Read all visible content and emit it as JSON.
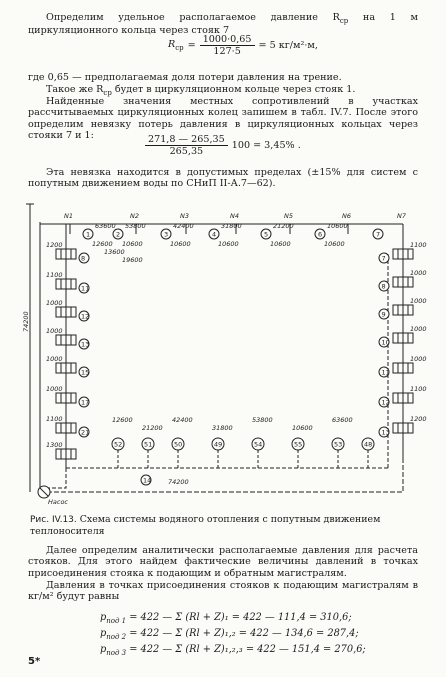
{
  "intro": {
    "line1": "Определим удельное располагаемое давление R",
    "line1_sub": "ср",
    "line1_tail": " на 1 м циркуляционного кольца через стояк 7"
  },
  "formula1": {
    "lhs": "R",
    "lhs_sub": "ср",
    "eq": "=",
    "num": "1000·0,65",
    "den": "127·5",
    "rhs": "= 5 кг/м²·м,"
  },
  "para2": "где 0,65 — предполагаемая доля потери давления на трение.",
  "para3": "Такое же R",
  "para3_sub": "ср",
  "para3_tail": " будет в циркуляционном кольце через стояк 1.",
  "para4": "Найденные значения местных сопротивлений в участках рассчитываемых циркуляционных колец запишем в табл. IV.7. После этого определим невязку потерь давления в циркуляционных кольцах через стояки 7 и 1:",
  "formula2": {
    "num": "271,8 — 265,35",
    "den": "265,35",
    "rhs": "100 = 3,45% ."
  },
  "para5": "Эта невязка находится в допустимых пределах (±15% для систем с попутным движением воды по СНиП II-А.7—62).",
  "caption": {
    "lead": "Рис. IV.13.",
    "text": " Схема системы водяного отопления с попутным движением теплоносителя"
  },
  "para6": "Далее определим аналитически располагаемые давления для расчета стояков. Для этого найдем фактические величины давлений в точках присоединения стояка к подающим и обратным магистралям.",
  "para7": "Давления в точках присоединения стояков к подающим магистралям в кг/м² будут равны",
  "eq1": {
    "p": "p",
    "sub": "под 1",
    "text": " = 422 — Σ (Rl + Z)₁ = 422 — 111,4 = 310,6;"
  },
  "eq2": {
    "p": "p",
    "sub": "под 2",
    "text": " = 422 — Σ (Rl + Z)₁,₂ = 422 — 134,6 = 287,4;"
  },
  "eq3": {
    "p": "p",
    "sub": "под 3",
    "text": " = 422 — Σ (Rl + Z)₁,₂,₃ = 422 — 151,4 = 270,6;"
  },
  "page_number": "5*",
  "diagram": {
    "riser_labels": [
      "N1",
      "N2",
      "N3",
      "N4",
      "N5",
      "N6",
      "N7"
    ],
    "supply_sections": [
      "1",
      "2",
      "3",
      "4",
      "5",
      "6",
      "7"
    ],
    "supply_loads": [
      "63600",
      "53800",
      "42400",
      "31800",
      "21200",
      "10600"
    ],
    "supply_lengths": [
      "12600",
      "10600",
      "10600",
      "10600",
      "10600",
      "10600"
    ],
    "return_loads": [
      "12600",
      "21200",
      "42400",
      "31800",
      "53800",
      "10600",
      "63600"
    ],
    "return_sections": [
      "52",
      "51",
      "50",
      "49",
      "54",
      "55",
      "53",
      "48"
    ],
    "main_pipe_load": "74200",
    "bottom_load": "74200",
    "left_loads": [
      "1200",
      "1100",
      "1000",
      "1000",
      "1000",
      "1000",
      "1100",
      "1300"
    ],
    "right_loads": [
      "1100",
      "1000",
      "1000",
      "1000",
      "1000",
      "1100",
      "1200"
    ],
    "left_sections": [
      "8",
      "11",
      "12",
      "13",
      "15",
      "17",
      "21"
    ],
    "right_sections": [
      "7",
      "8",
      "9",
      "10",
      "11",
      "12",
      "13"
    ],
    "boiler_label": "Насос",
    "mid_labels": [
      "13600",
      "19600"
    ]
  }
}
